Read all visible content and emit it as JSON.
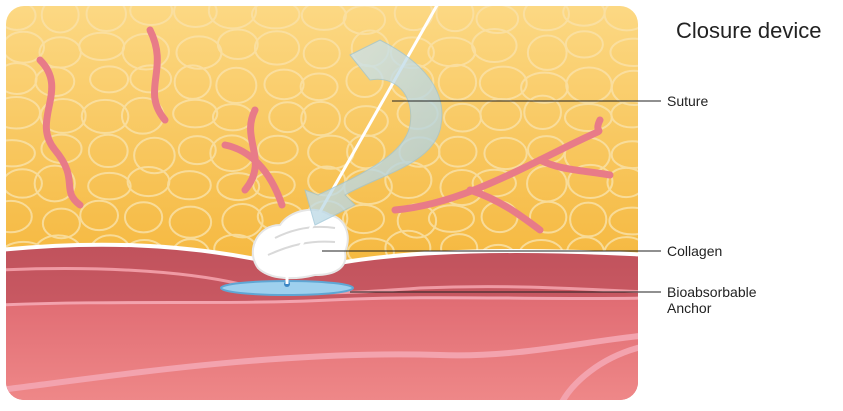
{
  "title": "Closure device",
  "labels": {
    "suture": "Suture",
    "collagen": "Collagen",
    "anchor_line1": "Bioabsorbable",
    "anchor_line2": "Anchor"
  },
  "colors": {
    "fat": "#f7c84e",
    "fat_light": "#fbd98a",
    "vessel": "#e77a86",
    "artery_wall": "#c94f5a",
    "artery_lumen": "#e57c7e",
    "collagen": "#ffffff",
    "anchor": "#8ec6e8",
    "suture": "#ffffff",
    "arrow": "#b7d7e6",
    "leader_line": "#222222"
  }
}
